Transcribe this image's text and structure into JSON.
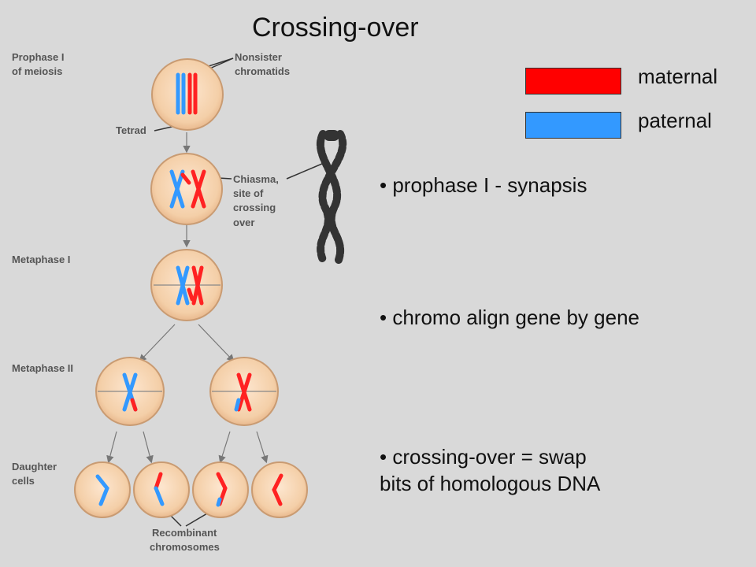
{
  "title": "Crossing-over",
  "legend": {
    "maternal": {
      "label": "maternal",
      "color": "#ff0000"
    },
    "paternal": {
      "label": "paternal",
      "color": "#3399ff"
    }
  },
  "bullets": {
    "b1": "• prophase I - synapsis",
    "b2": "• chromo align gene by gene",
    "b3_line1": "• crossing-over = swap",
    "b3_line2": "bits of homologous DNA"
  },
  "diagram": {
    "stage_prophase_1": "Prophase I",
    "stage_prophase_2": "of meiosis",
    "stage_metaphase1": "Metaphase I",
    "stage_metaphase2": "Metaphase II",
    "stage_daughter_1": "Daughter",
    "stage_daughter_2": "cells",
    "nonsister_1": "Nonsister",
    "nonsister_2": "chromatids",
    "tetrad": "Tetrad",
    "chiasma_1": "Chiasma,",
    "chiasma_2": "site of",
    "chiasma_3": "crossing",
    "chiasma_4": "over",
    "recombinant_1": "Recombinant",
    "recombinant_2": "chromosomes"
  }
}
